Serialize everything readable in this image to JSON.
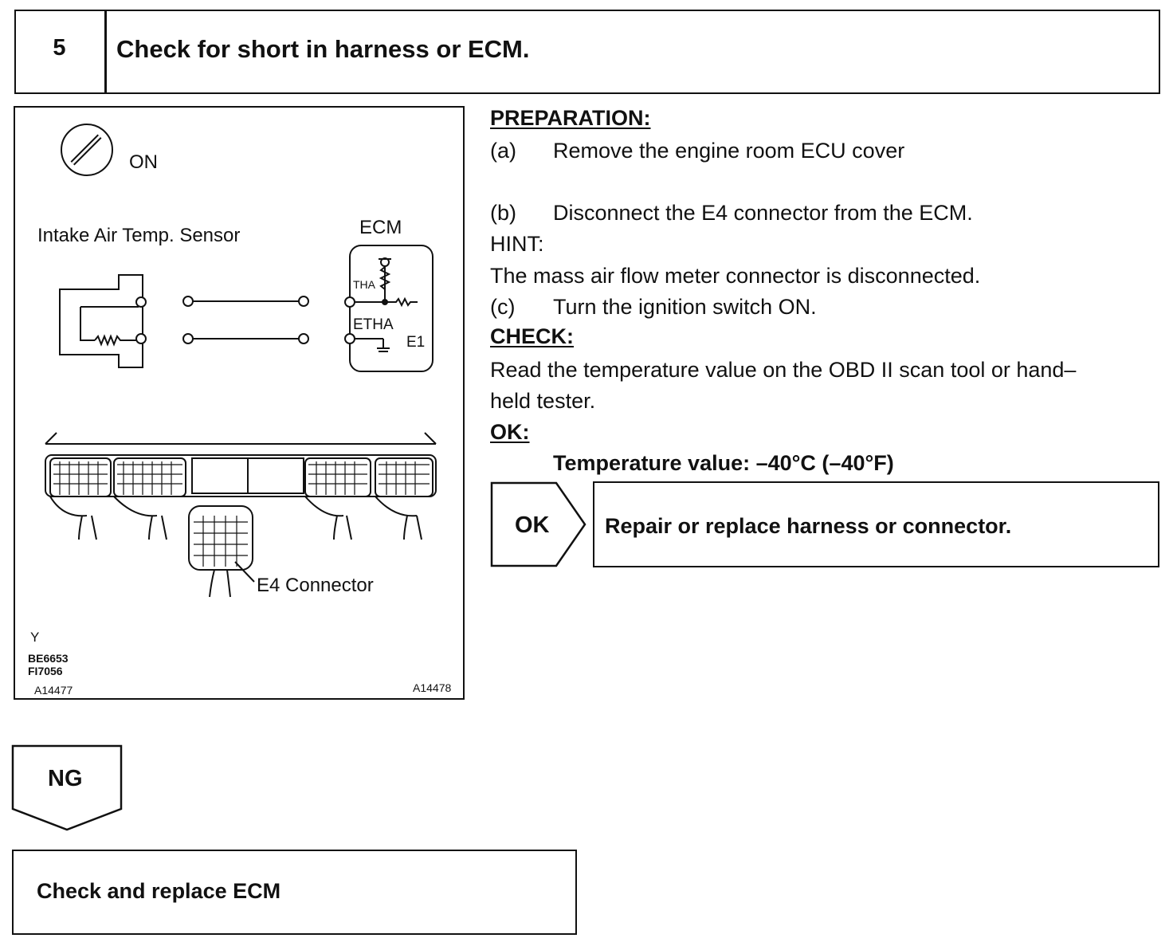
{
  "step": {
    "number": "5",
    "title": "Check for short in harness or ECM."
  },
  "diagram": {
    "ignition_label": "ON",
    "sensor_label": "Intake Air Temp. Sensor",
    "ecm_label": "ECM",
    "tha_label": "THA",
    "etha_label": "ETHA",
    "e1_label": "E1",
    "connector_label": "E4 Connector",
    "code_y": "Y",
    "code_be": "BE6653",
    "code_fi": "FI7056",
    "code_left": "A14477",
    "code_right": "A14478"
  },
  "procedure": {
    "preparation_heading": "PREPARATION:",
    "a_marker": "(a)",
    "a_text": "Remove the engine room ECU cover",
    "b_marker": "(b)",
    "b_text": "Disconnect the E4 connector from the ECM.",
    "hint_heading": "HINT:",
    "hint_text": "The mass air flow meter connector is disconnected.",
    "c_marker": "(c)",
    "c_text": "Turn the ignition switch ON.",
    "check_heading": "CHECK:",
    "check_line1": "Read the temperature value on the OBD II scan tool or hand–",
    "check_line2": "held tester.",
    "ok_heading": "OK:",
    "ok_value": "Temperature value: –40°C (–40°F)"
  },
  "ok_result": {
    "label": "OK",
    "action": "Repair or replace harness or connector."
  },
  "ng_result": {
    "label": "NG",
    "action": "Check and replace ECM"
  }
}
